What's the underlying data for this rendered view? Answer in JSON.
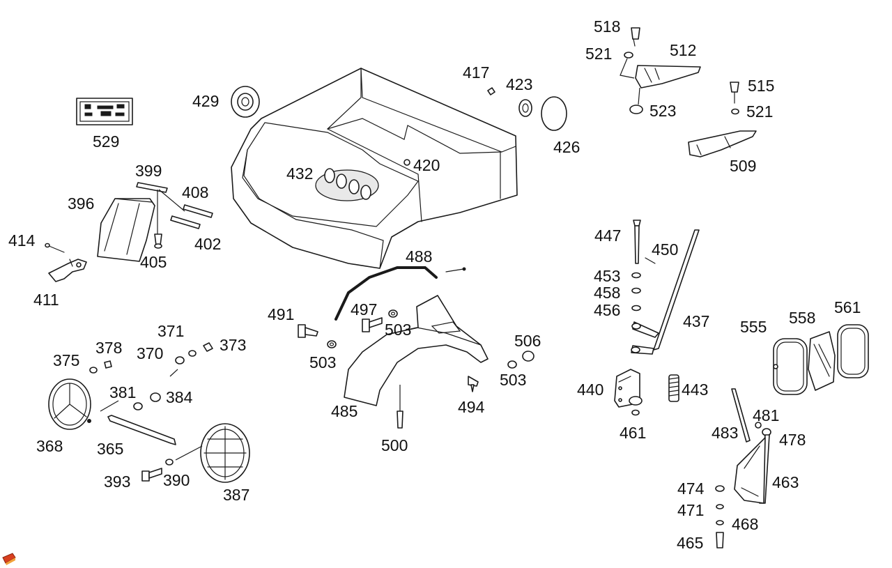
{
  "labels": {
    "p518": "518",
    "p521a": "521",
    "p512": "512",
    "p515": "515",
    "p521b": "521",
    "p523": "523",
    "p509": "509",
    "p417": "417",
    "p423": "423",
    "p426": "426",
    "p429": "429",
    "p529": "529",
    "p432": "432",
    "p420": "420",
    "p399": "399",
    "p408": "408",
    "p396": "396",
    "p402": "402",
    "p414": "414",
    "p405": "405",
    "p411": "411",
    "p488": "488",
    "p447": "447",
    "p450": "450",
    "p453": "453",
    "p458": "458",
    "p456": "456",
    "p437": "437",
    "p555": "555",
    "p558": "558",
    "p561": "561",
    "p491": "491",
    "p497": "497",
    "p503a": "503",
    "p503b": "503",
    "p503c": "503",
    "p506": "506",
    "p485": "485",
    "p494": "494",
    "p500": "500",
    "p371": "371",
    "p378": "378",
    "p370": "370",
    "p373": "373",
    "p375": "375",
    "p381": "381",
    "p384": "384",
    "p368": "368",
    "p365": "365",
    "p393": "393",
    "p390": "390",
    "p387": "387",
    "p440": "440",
    "p443": "443",
    "p461": "461",
    "p481": "481",
    "p483": "483",
    "p478": "478",
    "p463": "463",
    "p474": "474",
    "p471": "471",
    "p468": "468",
    "p465": "465"
  },
  "colors": {
    "line": "#1a1a1a",
    "badge": "#d9401f"
  }
}
